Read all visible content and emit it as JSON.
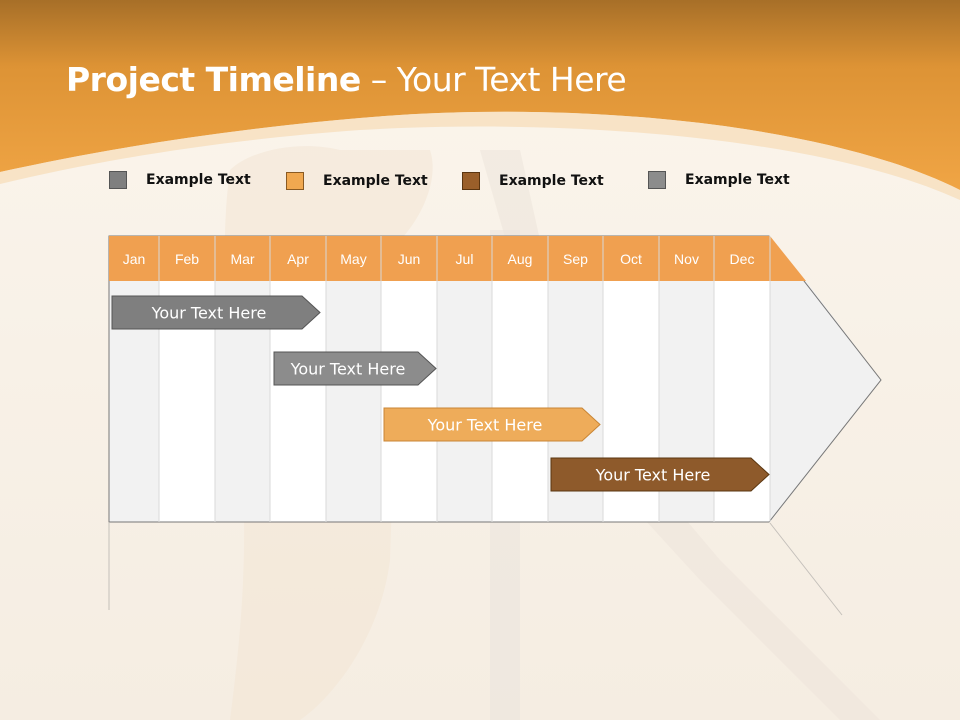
{
  "title": {
    "bold": "Project Timeline",
    "regular": " – Your Text Here"
  },
  "legend": [
    {
      "label": "Example Text",
      "color": "#7f7f7f"
    },
    {
      "label": "Example Text",
      "color": "#f0a850"
    },
    {
      "label": "Example Text",
      "color": "#9a5f2a"
    },
    {
      "label": "Example Text",
      "color": "#8c8c8c"
    }
  ],
  "months": [
    "Jan",
    "Feb",
    "Mar",
    "Apr",
    "May",
    "Jun",
    "Jul",
    "Aug",
    "Sep",
    "Oct",
    "Nov",
    "Dec"
  ],
  "tasks": [
    {
      "label": "Your  Text Here",
      "color": "#7f7f7f",
      "text_color": "#ffffff"
    },
    {
      "label": "Your  Text Here",
      "color": "#8c8c8c",
      "text_color": "#ffffff"
    },
    {
      "label": "Your  Text Here",
      "color": "#eeac5a",
      "text_color": "#ffffff"
    },
    {
      "label": "Your  Text Here",
      "color": "#8e5a2b",
      "text_color": "#ffffff"
    }
  ],
  "colors": {
    "accent_orange": "#eda540",
    "header_orange": "#f0a050",
    "grid_line": "#777777"
  }
}
